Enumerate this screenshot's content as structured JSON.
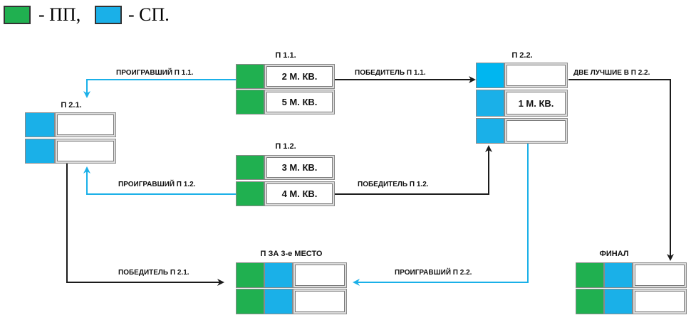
{
  "colors": {
    "pp": "#20b050",
    "sp": "#1ab0e8",
    "sp_light": "#00b6f0",
    "arrow_black": "#1b1b1b",
    "arrow_blue": "#1ab0e8"
  },
  "legend": {
    "pp_label": "- ПП,",
    "sp_label": "- СП."
  },
  "blocks": {
    "p11": {
      "title": "П 1.1.",
      "rows": [
        "2 М. КВ.",
        "5 М. КВ."
      ]
    },
    "p12": {
      "title": "П 1.2.",
      "rows": [
        "3 М. КВ.",
        "4 М. КВ."
      ]
    },
    "p21": {
      "title": "П 2.1.",
      "rows": [
        "",
        ""
      ]
    },
    "p22": {
      "title": "П 2.2.",
      "rows": [
        "",
        "1 М. КВ.",
        ""
      ]
    },
    "third": {
      "title": "П ЗА 3-е МЕСТО",
      "rows": [
        "",
        ""
      ]
    },
    "final": {
      "title": "ФИНАЛ",
      "rows": [
        "",
        ""
      ]
    }
  },
  "edges": {
    "loser_11": "ПРОИГРАВШИЙ П 1.1.",
    "winner_11": "ПОБЕДИТЕЛЬ П 1.1.",
    "loser_12": "ПРОИГРАВШИЙ П 1.2.",
    "winner_12": "ПОБЕДИТЕЛЬ П 1.2.",
    "two_best": "ДВЕ ЛУЧШИЕ В П 2.2.",
    "winner_21": "ПОБЕДИТЕЛЬ П 2.1.",
    "loser_22": "ПРОИГРАВШИЙ П 2.2."
  }
}
